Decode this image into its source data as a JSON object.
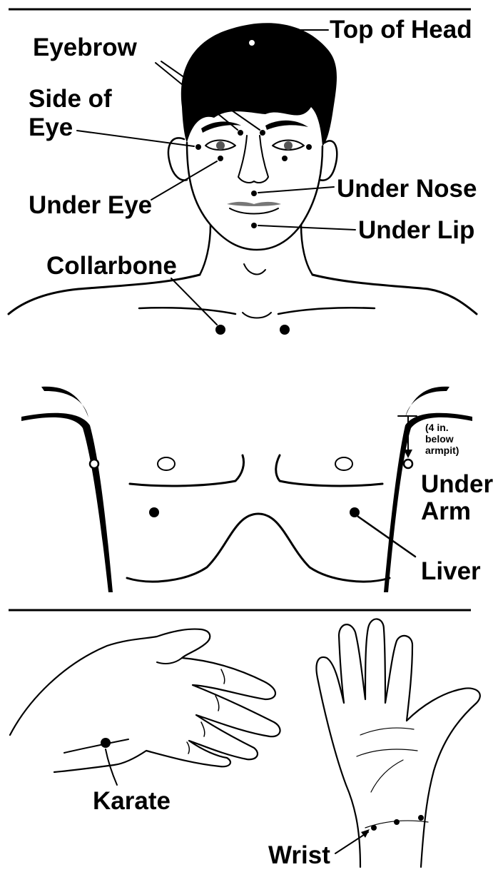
{
  "labels": {
    "top_of_head": "Top of Head",
    "eyebrow": "Eyebrow",
    "side_of_eye_line1": "Side of",
    "side_of_eye_line2": "Eye",
    "under_eye": "Under Eye",
    "under_nose": "Under Nose",
    "under_lip": "Under Lip",
    "collarbone": "Collarbone",
    "under_arm_note_line1": "(4 in.",
    "under_arm_note_line2": "below",
    "under_arm_note_line3": "armpit)",
    "under_arm_line1": "Under",
    "under_arm_line2": "Arm",
    "liver": "Liver",
    "karate": "Karate",
    "wrist": "Wrist"
  },
  "colors": {
    "ink": "#000000",
    "paper": "#ffffff"
  }
}
